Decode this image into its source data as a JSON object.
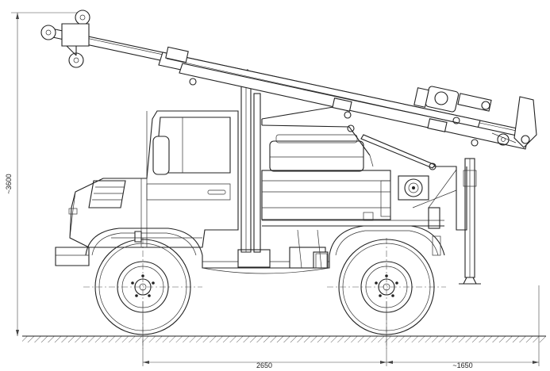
{
  "dimensions": {
    "height_label": "~3600",
    "wheelbase_label": "2650",
    "overhang_label": "~1650"
  }
}
